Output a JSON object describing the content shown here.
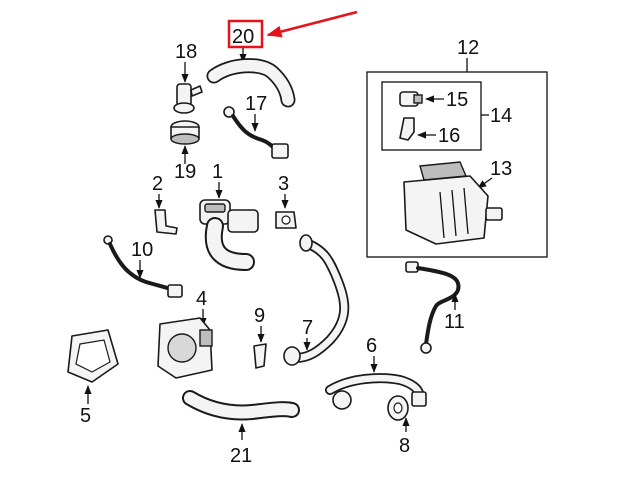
{
  "callouts": {
    "c1": "1",
    "c2": "2",
    "c3": "3",
    "c4": "4",
    "c5": "5",
    "c6": "6",
    "c7": "7",
    "c8": "8",
    "c9": "9",
    "c10": "10",
    "c11": "11",
    "c12": "12",
    "c13": "13",
    "c14": "14",
    "c15": "15",
    "c16": "16",
    "c17": "17",
    "c18": "18",
    "c19": "19",
    "c20": "20",
    "c21": "21"
  },
  "highlight": {
    "callout": "20",
    "box_color": "#e8121a",
    "arrow_color": "#e8121a"
  }
}
